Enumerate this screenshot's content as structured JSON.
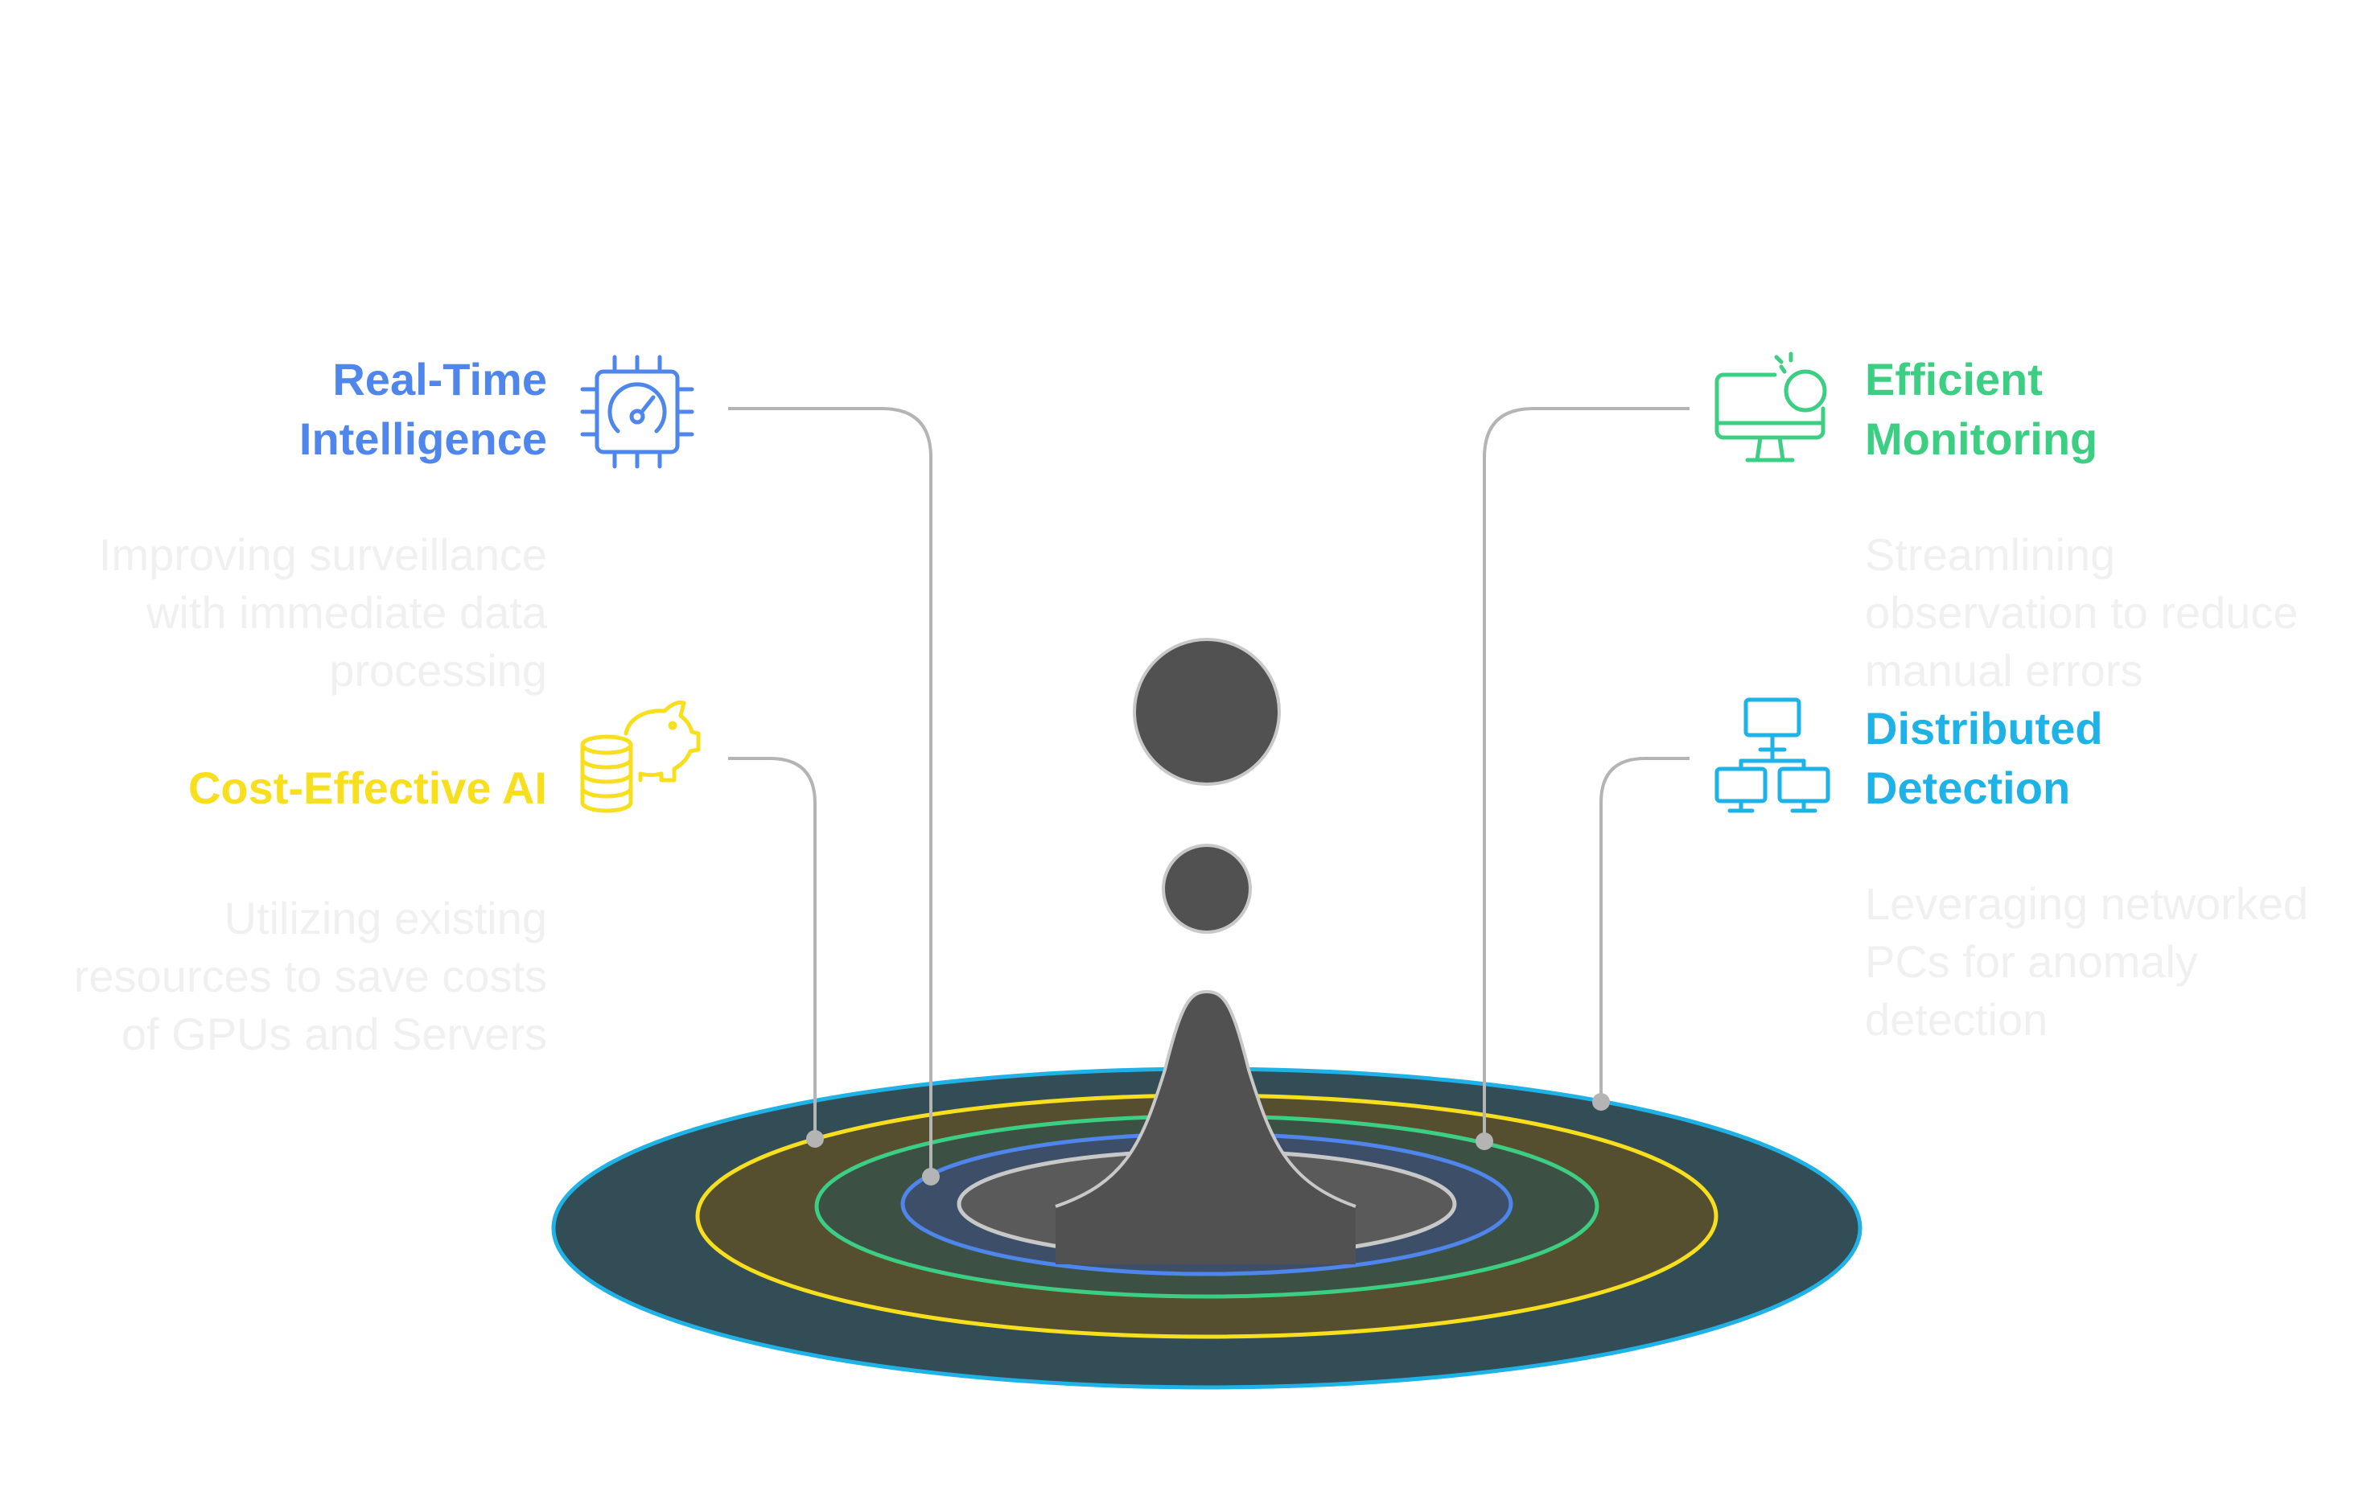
{
  "colors": {
    "blue": "#4f86ec",
    "green": "#3ccf83",
    "yellow": "#f7df1e",
    "cyan": "#1fb2e6",
    "dark": "#515151",
    "connector": "#b4b4b4",
    "description": "#f0f0f0",
    "outer_fill": "#334d57",
    "yellow_fill": "#554f2f",
    "green_fill": "#3c5144",
    "blue_fill": "#3d4f68",
    "inner_fill": "#5a5a5a"
  },
  "items": [
    {
      "id": "real-time-intelligence",
      "title": "Real-Time\nIntelligence",
      "description": "Improving surveillance\nwith immediate data\nprocessing",
      "color_key": "blue",
      "icon": "cpu-gauge-icon"
    },
    {
      "id": "cost-effective-ai",
      "title": "Cost-Effective AI",
      "description": "Utilizing existing\nresources to save costs\nof GPUs and Servers",
      "color_key": "yellow",
      "icon": "coins-piggy-bank-icon"
    },
    {
      "id": "efficient-monitoring",
      "title": "Efficient\nMonitoring",
      "description": "Streamlining\nobservation to reduce\nmanual errors",
      "color_key": "green",
      "icon": "monitor-alert-icon"
    },
    {
      "id": "distributed-detection",
      "title": "Distributed\nDetection",
      "description": "Leveraging networked\nPCs for anomaly\ndetection",
      "color_key": "cyan",
      "icon": "network-computers-icon"
    }
  ]
}
